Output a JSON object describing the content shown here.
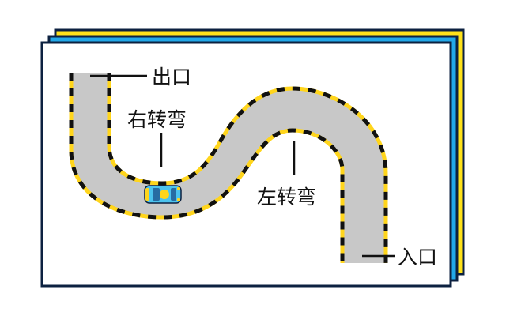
{
  "labels": {
    "exit": "出口",
    "right_turn": "右转弯",
    "left_turn": "左转弯",
    "entrance": "入口"
  },
  "colors": {
    "back_card": "#ffe21a",
    "middle_card": "#22a8e8",
    "front_card": "#ffffff",
    "card_border": "#0c2140",
    "road_fill": "#c8c8c8",
    "curb_yellow": "#ffd51c",
    "curb_black": "#111111",
    "car_body": "#4cc3ee",
    "car_accent": "#ffd51c"
  },
  "icons": {
    "car": "car-icon"
  }
}
